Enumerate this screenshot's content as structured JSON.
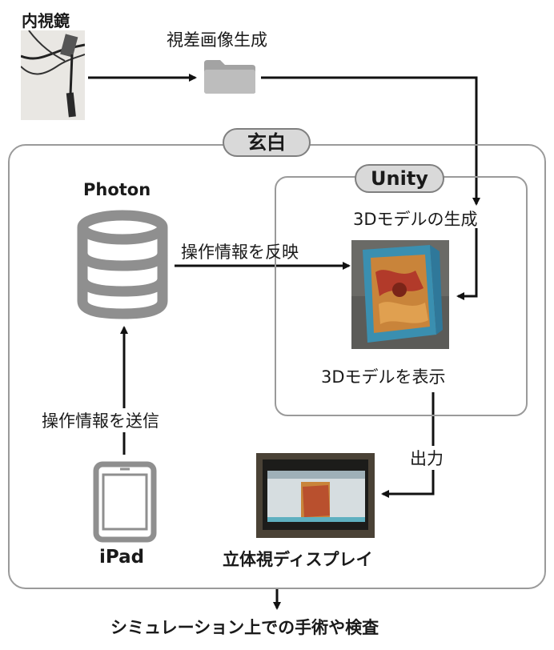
{
  "endoscope": {
    "label": "内視鏡"
  },
  "folder": {
    "label": "視差画像生成"
  },
  "genkaku": {
    "label": "玄白"
  },
  "unity": {
    "label": "Unity",
    "create_model": "3Dモデルの生成",
    "display_model": "3Dモデルを表示"
  },
  "photon": {
    "label": "Photon"
  },
  "arrows": {
    "reflect": "操作情報を反映",
    "send": "操作情報を送信",
    "output": "出力"
  },
  "ipad": {
    "label": "iPad"
  },
  "display": {
    "label": "立体視ディスプレイ"
  },
  "footer": {
    "label": "シミュレーション上での手術や検査"
  }
}
